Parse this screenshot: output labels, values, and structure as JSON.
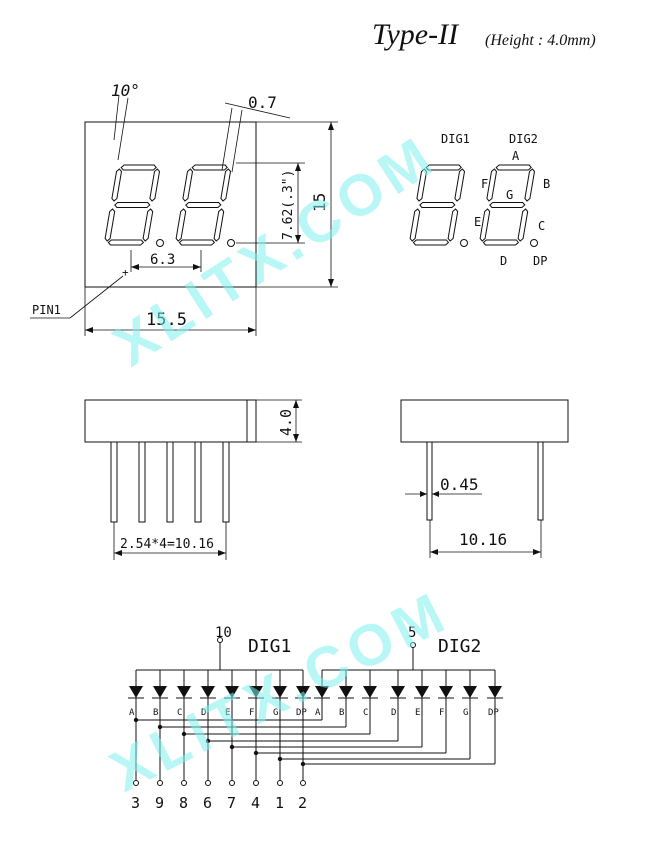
{
  "title": {
    "main": "Type-II",
    "sub": "(Height : 4.0mm)"
  },
  "watermarks": [
    "XLITX.COM",
    "XLITX.COM"
  ],
  "front_view": {
    "angle": "10°",
    "seg_width": "0.7",
    "char_height": "7.62(.3\")",
    "height": "15",
    "pitch": "6.3",
    "width": "15.5",
    "pin1": "PIN1"
  },
  "segment_legend": {
    "dig1": "DIG1",
    "dig2": "DIG2",
    "a": "A",
    "b": "B",
    "c": "C",
    "d": "D",
    "e": "E",
    "f": "F",
    "g": "G",
    "dp": "DP"
  },
  "side_view": {
    "thickness": "4.0",
    "pin_pitch": "2.54*4=10.16"
  },
  "end_view": {
    "pin_dia": "0.45",
    "row_spacing": "10.16"
  },
  "schematic": {
    "dig1": {
      "label": "DIG1",
      "pin": "10"
    },
    "dig2": {
      "label": "DIG2",
      "pin": "5"
    },
    "segments": [
      "A",
      "B",
      "C",
      "D",
      "E",
      "F",
      "G",
      "DP",
      "A",
      "B",
      "C",
      "D",
      "E",
      "F",
      "G",
      "DP"
    ],
    "pins": [
      "3",
      "9",
      "8",
      "6",
      "7",
      "4",
      "1",
      "2"
    ]
  }
}
